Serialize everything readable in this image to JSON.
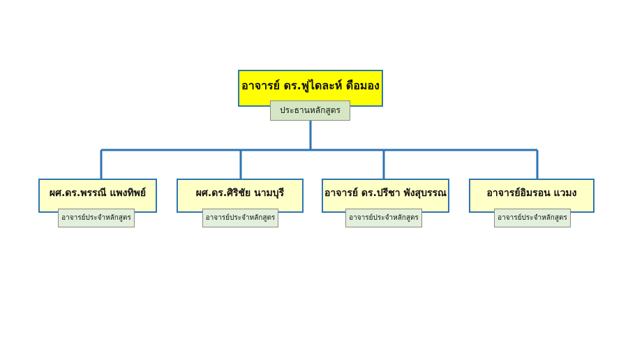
{
  "head": {
    "name": "อาจารย์ ดร.ฟูไดละห์ ดือมอง",
    "role": "ประธานหลักสูตร"
  },
  "members": [
    {
      "name": "ผศ.ดร.พรรณี  แพงทิพย์",
      "role": "อาจารย์ประจำหลักสูตร"
    },
    {
      "name": "ผศ.ดร.ศิริชัย  นามบุรี",
      "role": "อาจารย์ประจำหลักสูตร"
    },
    {
      "name": "อาจารย์ ดร.ปรีชา  พังสุบรรณ",
      "role": "อาจารย์ประจำหลักสูตร"
    },
    {
      "name": "อาจารย์อิมรอน  แวมง",
      "role": "อาจารย์ประจำหลักสูตร"
    }
  ],
  "colors": {
    "head_fill": "#ffff00",
    "member_fill": "#ffffc8",
    "role_head_fill": "#d5e6c4",
    "role_member_fill": "#e2efda",
    "connector": "#2e74b5"
  }
}
